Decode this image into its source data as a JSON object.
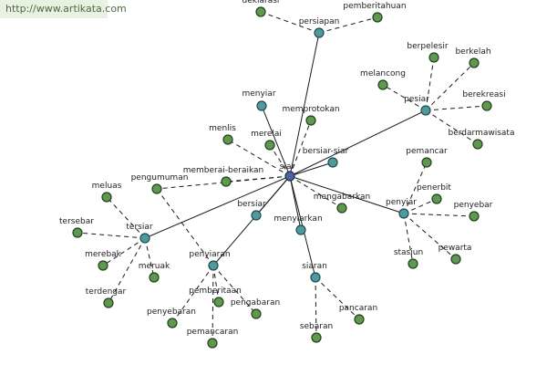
{
  "source_url": "http://www.artikata.com",
  "root": "siar",
  "hubs": [
    "persiapan",
    "pesiar",
    "bersiar-siar",
    "penyiar",
    "tersiar",
    "bersiar",
    "menyiarkan",
    "penyiaran",
    "siaran",
    "menyiar"
  ],
  "leaves": [
    "deklarasi",
    "pemberitahuan",
    "berpelesir",
    "berkelah",
    "melancong",
    "berekreasi",
    "berdarmawisata",
    "memprotokan",
    "menlis",
    "merelai",
    "memberai-beraikan",
    "pengumuman",
    "mengabarkan",
    "pemancar",
    "penerbit",
    "penyebar",
    "stasiun",
    "pewarta",
    "meluas",
    "tersebar",
    "merebak",
    "meruak",
    "terdengar",
    "pemberitaan",
    "pengabaran",
    "penyebaran",
    "pemancaran",
    "pancaran",
    "sebaran"
  ]
}
